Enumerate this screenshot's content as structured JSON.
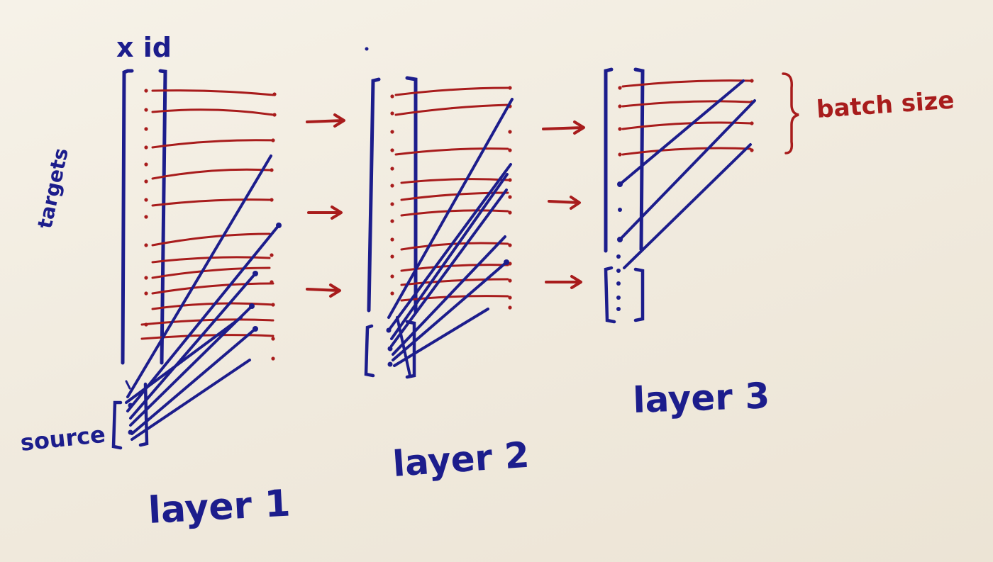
{
  "title": "x id",
  "labels": {
    "targets": "targets",
    "source": "source",
    "batch_size": "batch size"
  },
  "layers": [
    {
      "label": "layer 1"
    },
    {
      "label": "layer 2"
    },
    {
      "label": "layer 3"
    }
  ],
  "colors": {
    "blue_ink": "#1c1d8c",
    "red_ink": "#a81c1c",
    "paper": "#f2ede1"
  }
}
